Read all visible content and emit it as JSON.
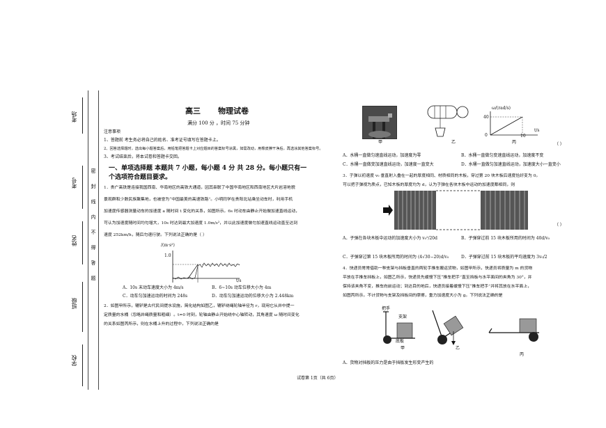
{
  "binding": {
    "exam_no_label": "考场",
    "id_label": "考号",
    "name_label": "姓名",
    "class_label": "班级",
    "school_label": "学校",
    "seal_chars": [
      "密",
      "封",
      "线",
      "内",
      "不",
      "得",
      "答",
      "题"
    ]
  },
  "header": {
    "grade": "高三",
    "title": "物理试卷",
    "score_time": "满分 100 分 ，时间 75 分钟"
  },
  "notes": {
    "heading": "注意事项",
    "items": [
      "1、答题前  考生务必将自己的姓名、准考证号填写在答题卡上。",
      "2、回答选择题时，选出每小题答案后，用铅笔把答题卡上对应题目的答案标号涂黑，如需改动，用橡皮擦干净后，再选涂其他答案标号。",
      "3、考试结束后，将本试卷和答题卡交回。"
    ]
  },
  "section1": {
    "title_line1": "一、单项选择题   本题共 7 小题，每小题 4 分   共 28 分。每小题只有一",
    "title_line2": "个选项符合题目要求。"
  },
  "q1": {
    "lines": [
      "1．贵广高铁是连接我国西南、华南地区的高铁大通道，因其串联了中国华南地区和西南地区大片岩溶地貌",
      "景观群和少数民族聚集地，也被誉为“中国最美的高速铁路”。小明同学在贵阳北站乘坐动车时，利用手机",
      "加速度传感器测量动车的加速度 a 随时间 t 变化的关系，如图所示。6s 时动车由静止开始做加速直线运动，",
      "可认为加速度随时间均匀增大，10s 时达到最大加速度 1.0m/s²，并以此加速度做匀加速直线运动直至达到",
      "速度 252km/h，随后匀速行驶。下列说法正确的是（        ）"
    ],
    "chart_ylabel": "/(m·s²)",
    "chart_ytick": "1.0",
    "chart_xlabel": "t/s",
    "options": {
      "A": "A．10s 末动车速度大小为 4m/s",
      "B": "B．6~10s 动车位移大小为 4m",
      "C": "C．动车匀加速运动的时间为 248s",
      "D": "D．动车匀加速运动的位移大小为 2.448km"
    }
  },
  "q2": {
    "lines": [
      "2．如图甲所示，辘轳是古代民间提水设施，简化结构如图乙，辘轳绕绳轮轴半径为 r，现用它从井中提一",
      "定质量的水桶（忽略井绳质量和粗细）。t=0 时刻，轮轴由静止开始绕中心轴转动，其角速度 ω 随时间变化",
      "的关系如图丙所示，则在水桶上升的过程中，下列说法正确的是"
    ],
    "fig_labels": {
      "jia": "甲",
      "yi": "乙",
      "bing": "丙"
    },
    "graph": {
      "ylabel": "ω/(rad/s)",
      "ytick": "40",
      "xlabel": "t/s",
      "xtick": "10",
      "origin": "0"
    },
    "blank": "（        ）",
    "options": {
      "A": "A．水桶一直做匀速直线运动，加速度为零",
      "B": "B．水桶一直做匀变速直线运动，加速度不变",
      "C": "C．水桶一直做变加速直线运动，加速度一直变大",
      "D": "D．水桶一直做匀加速直线运动，加速度大小一直变小"
    }
  },
  "q3": {
    "lines": [
      "3．子弹以初速度 v₀ 垂直射入叠在一起的厚度相同、材质相同的木板，穿过第 20 块木板后速度恰好变为 0。",
      "可以把子弹视为质点，已知木板的厚度均为 d，认为子弹在各块木板中运动的加速度都相同，则"
    ],
    "blank": "（        ）",
    "options": {
      "A": "A．子弹在各块木板中运动的加速度大小为 v₀²/20d",
      "B": "B．子弹穿过前 15 块木板所用的时间为 40d/v₀",
      "C": "C．子弹穿过第 15 块木板所用的时间为 (4√30−20)d/v₀",
      "D": "D．子弹穿过前 15 块木板的平均速度为 3v₀/2"
    }
  },
  "q4": {
    "lines": [
      "4．快递员常常借助一种支架与挡板垂直的两轮手推车搬运货物，如图甲所示，快递员将质量为 m 的货物",
      "平放在手推车挡板上，如图乙所示，快递员先缓慢下压“推车把手”直至挡板与水平面间的夹角为 30°，并",
      "保持该夹角不变，推车向前运动；到达目的地后，快递员接着缓慢下压“推车把手”并将其放在水平面上，",
      "如图丙所示。不计货物与支架及挡板间的摩擦，重力加速度大小为 g。下列说法正确的是"
    ],
    "fig_labels": {
      "handle": "把手",
      "support": "支架",
      "base": "底板",
      "jia": "甲",
      "yi": "乙",
      "bing": "丙"
    },
    "option_A": "A．货物对挡板的压力是由于挡板发生形变产生的"
  },
  "footer": "试卷第 1页（共 6页）"
}
